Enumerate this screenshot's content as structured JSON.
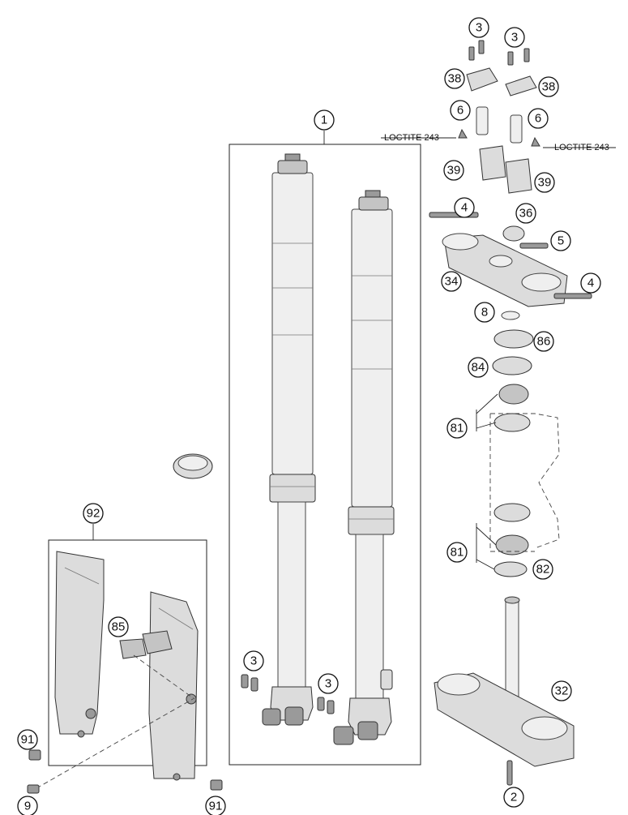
{
  "callouts": {
    "c1": "1",
    "c2": "2",
    "c3a": "3",
    "c3b": "3",
    "c3c": "3",
    "c3d": "3",
    "c4a": "4",
    "c4b": "4",
    "c5": "5",
    "c6a": "6",
    "c6b": "6",
    "c8": "8",
    "c9": "9",
    "c32": "32",
    "c34": "34",
    "c36": "36",
    "c38a": "38",
    "c38b": "38",
    "c39a": "39",
    "c39b": "39",
    "c81a": "81",
    "c81b": "81",
    "c82": "82",
    "c84": "84",
    "c85": "85",
    "c86": "86",
    "c91a": "91",
    "c91b": "91",
    "c92": "92"
  },
  "notes": {
    "loctite_left": "LOCTITE 243",
    "loctite_right": "LOCTITE 243"
  }
}
